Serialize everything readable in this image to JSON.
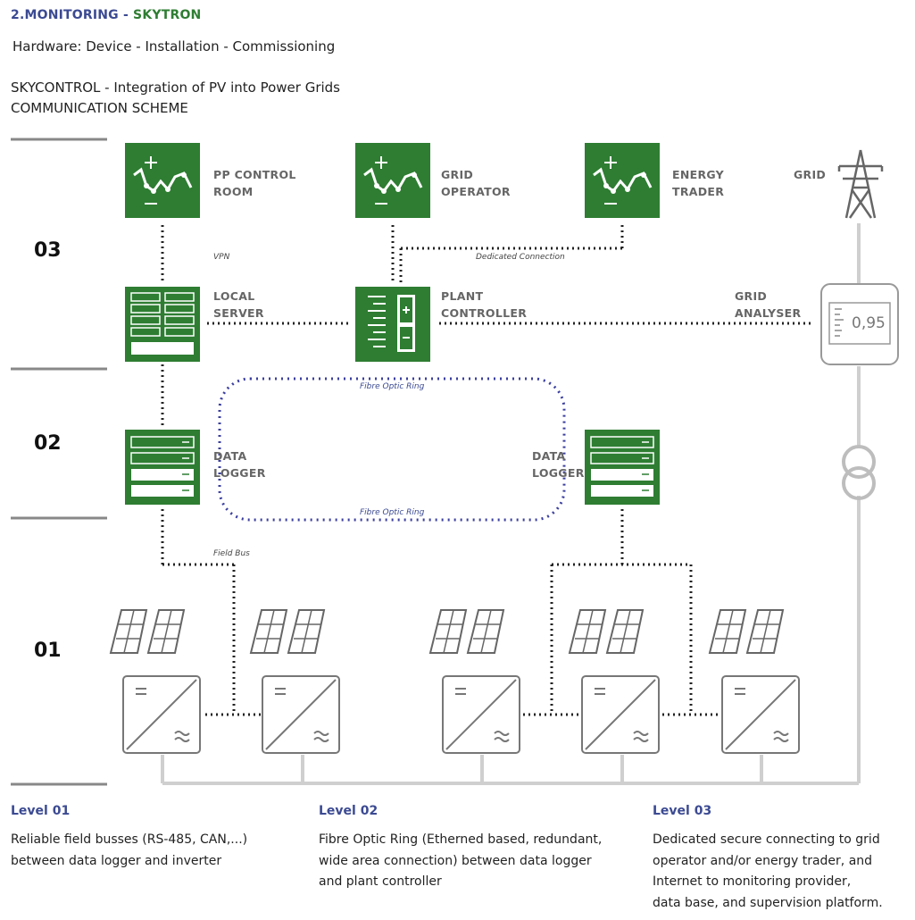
{
  "header": {
    "section": "2.MONITORING",
    "separator": " - ",
    "brand": "SKYTRON",
    "subtitle": "Hardware: Device - Installation - Commissioning",
    "title_line1": "SKYCONTROL - Integration of PV into Power Grids",
    "title_line2": "COMMUNICATION SCHEME"
  },
  "levels": {
    "l03": "03",
    "l02": "02",
    "l01": "01"
  },
  "nodes": {
    "pp_control_room": [
      "PP CONTROL",
      "ROOM"
    ],
    "grid_operator": [
      "GRID",
      "OPERATOR"
    ],
    "energy_trader": [
      "ENERGY",
      "TRADER"
    ],
    "grid": "GRID",
    "local_server": [
      "LOCAL",
      "SERVER"
    ],
    "plant_controller": [
      "PLANT",
      "CONTROLLER"
    ],
    "grid_analyser": [
      "GRID",
      "ANALYSER"
    ],
    "analyser_value": "0,95",
    "data_logger_left": [
      "DATA",
      "LOGGER"
    ],
    "data_logger_right": [
      "DATA",
      "LOGGER"
    ]
  },
  "connections": {
    "vpn": "VPN",
    "dedicated": "Dedicated Connection",
    "ring_top": "Fibre Optic Ring",
    "ring_bottom": "Fibre Optic Ring",
    "field_bus": "Field Bus"
  },
  "colors": {
    "green": "#2e7d32",
    "ring_blue": "#3b3f9e",
    "grey_line": "#c8c8c8"
  },
  "descriptions": [
    {
      "heading": "Level 01",
      "lines": [
        "Reliable field busses (RS-485, CAN,...)",
        "between data logger and inverter"
      ]
    },
    {
      "heading": "Level 02",
      "lines": [
        "Fibre Optic Ring (Etherned based, redundant,",
        "wide area connection) between data logger",
        "and plant controller"
      ]
    },
    {
      "heading": "Level 03",
      "lines": [
        "Dedicated secure connecting to grid",
        "operator and/or energy trader, and",
        "Internet to monitoring provider,",
        "data base, and supervision platform."
      ]
    }
  ]
}
